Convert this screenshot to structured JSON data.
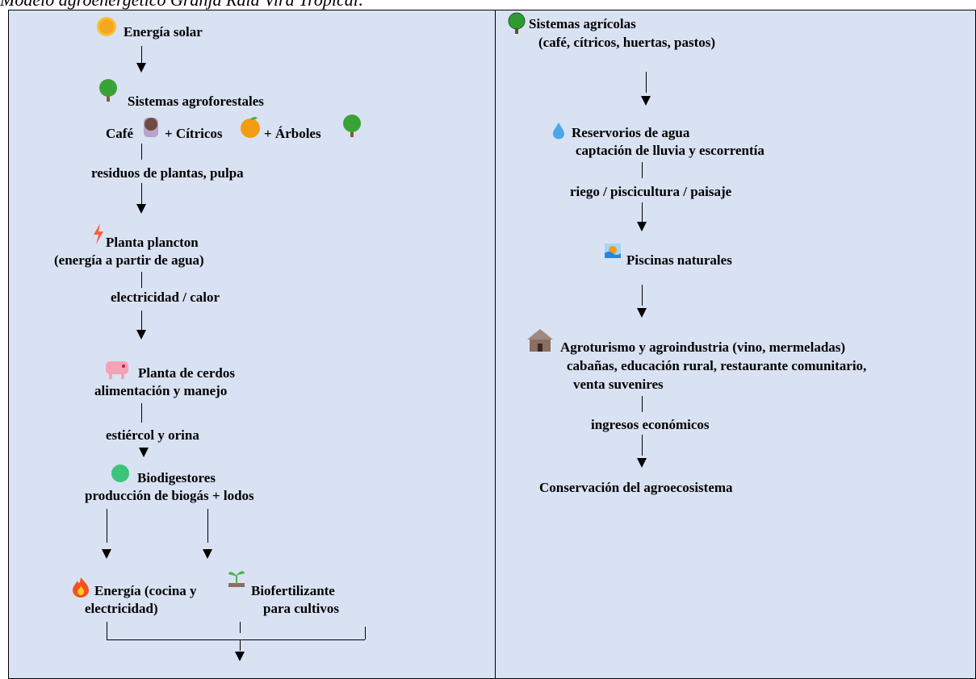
{
  "title": "Modelo agroenergético Granja Rala Vira Tropical:",
  "left": {
    "solar": "Energía solar",
    "agroforestal": "Sistemas agroforestales",
    "cafe": "Café",
    "plus1": "+ Cítricos",
    "plus2": "+ Árboles",
    "residuos": "residuos de plantas, pulpa",
    "plancton_title": "Planta plancton",
    "plancton_sub": "(energía a partir de agua)",
    "electricidad_calor": "electricidad / calor",
    "cerdos_title": "Planta de cerdos",
    "cerdos_sub": "alimentación y manejo",
    "estiercol": "estiércol y orina",
    "bio_title": "Biodigestores",
    "bio_sub": "producción de biogás + lodos",
    "energia_title": "Energía (cocina y",
    "energia_sub": "electricidad)",
    "biofert_title": "Biofertilizante",
    "biofert_sub": "para cultivos"
  },
  "right": {
    "agri_title": "Sistemas agrícolas",
    "agri_sub": "(café, cítricos, huertas, pastos)",
    "agua_title": "Reservorios de agua",
    "agua_sub": "captación de lluvia y escorrentía",
    "riego": "riego / piscicultura / paisaje",
    "piscinas": "Piscinas naturales",
    "turismo_title": "Agroturismo y agroindustria (vino, mermeladas)",
    "turismo_sub1": "cabañas, educación rural, restaurante comunitario,",
    "turismo_sub2": "venta suvenires",
    "ingresos": "ingresos económicos",
    "conservacion": "Conservación del agroecosistema"
  },
  "colors": {
    "panel_bg": "#d9e2f3",
    "sun": "#f5a623",
    "tree": "#3aa335",
    "orange": "#f39c12",
    "water": "#4aa8e8",
    "pig": "#f4a3b4",
    "biodigester": "#3cc47c"
  },
  "icons": [
    "sun-icon",
    "tree-icon",
    "coffee-icon",
    "orange-icon",
    "lightning-icon",
    "pig-icon",
    "biodigester-icon",
    "fire-icon",
    "seedling-icon",
    "water-drop-icon",
    "pool-icon",
    "hut-icon"
  ]
}
